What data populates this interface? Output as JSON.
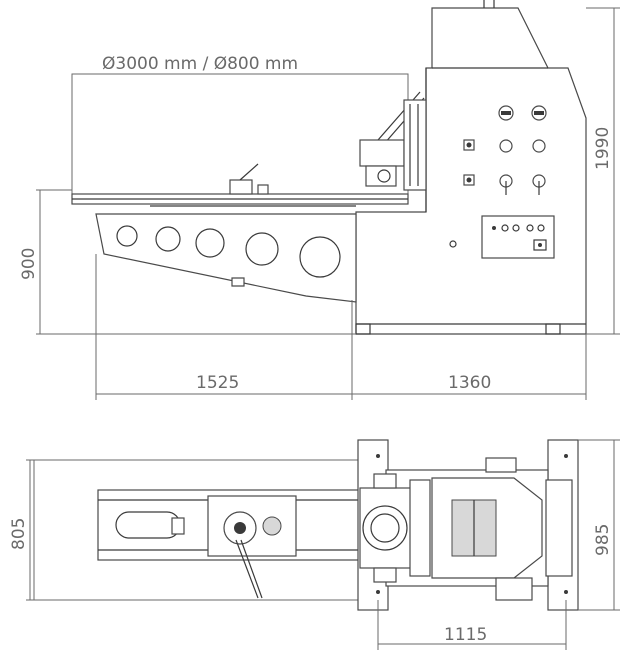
{
  "diagram": {
    "capacity_label": "Ø3000 mm / Ø800 mm",
    "dim_height_left": "900",
    "dim_height_right": "1990",
    "dim_width_left": "1525",
    "dim_width_right": "1360",
    "dim_depth_left": "805",
    "dim_depth_right": "985",
    "dim_base_width": "1115"
  }
}
